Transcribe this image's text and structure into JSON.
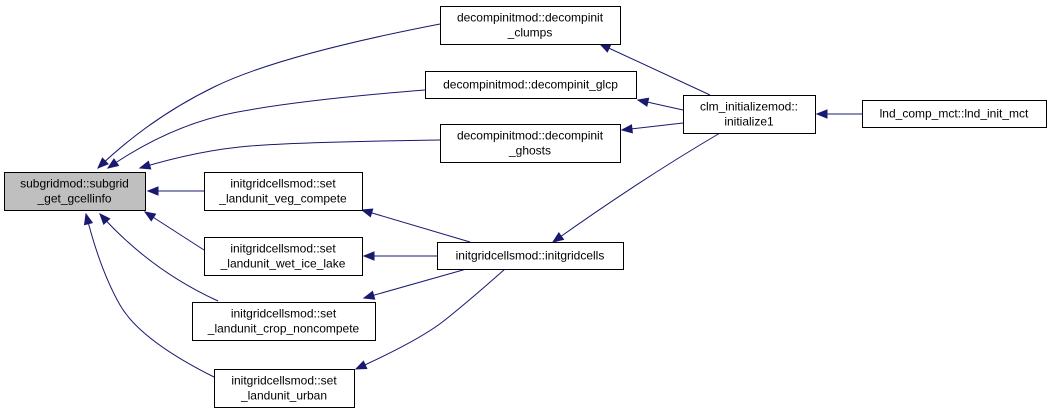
{
  "diagram": {
    "nodes": [
      {
        "id": "n0",
        "lines": [
          "subgridmod::subgrid",
          "_get_gcellinfo"
        ],
        "highlighted": true
      },
      {
        "id": "n1",
        "lines": [
          "decompinitmod::decompinit",
          "_clumps"
        ]
      },
      {
        "id": "n2",
        "lines": [
          "decompinitmod::decompinit_glcp"
        ]
      },
      {
        "id": "n3",
        "lines": [
          "decompinitmod::decompinit",
          "_ghosts"
        ]
      },
      {
        "id": "n4",
        "lines": [
          "initgridcellsmod::set",
          "_landunit_veg_compete"
        ]
      },
      {
        "id": "n5",
        "lines": [
          "initgridcellsmod::set",
          "_landunit_wet_ice_lake"
        ]
      },
      {
        "id": "n6",
        "lines": [
          "initgridcellsmod::set",
          "_landunit_crop_noncompete"
        ]
      },
      {
        "id": "n7",
        "lines": [
          "initgridcellsmod::set",
          "_landunit_urban"
        ]
      },
      {
        "id": "n8",
        "lines": [
          "clm_initializemod::",
          "initialize1"
        ]
      },
      {
        "id": "n9",
        "lines": [
          "initgridcellsmod::initgridcells"
        ]
      },
      {
        "id": "n10",
        "lines": [
          "lnd_comp_mct::lnd_init_mct"
        ]
      }
    ],
    "edges": [
      {
        "from": "n1",
        "to": "n0"
      },
      {
        "from": "n2",
        "to": "n0"
      },
      {
        "from": "n3",
        "to": "n0"
      },
      {
        "from": "n4",
        "to": "n0"
      },
      {
        "from": "n5",
        "to": "n0"
      },
      {
        "from": "n6",
        "to": "n0"
      },
      {
        "from": "n7",
        "to": "n0"
      },
      {
        "from": "n8",
        "to": "n1"
      },
      {
        "from": "n8",
        "to": "n2"
      },
      {
        "from": "n8",
        "to": "n3"
      },
      {
        "from": "n8",
        "to": "n9"
      },
      {
        "from": "n9",
        "to": "n4"
      },
      {
        "from": "n9",
        "to": "n5"
      },
      {
        "from": "n9",
        "to": "n6"
      },
      {
        "from": "n9",
        "to": "n7"
      },
      {
        "from": "n10",
        "to": "n8"
      }
    ],
    "colors": {
      "edge": "#191970",
      "node_border": "#000000",
      "node_fill": "#ffffff",
      "highlight_fill": "#bfbfbf"
    }
  }
}
